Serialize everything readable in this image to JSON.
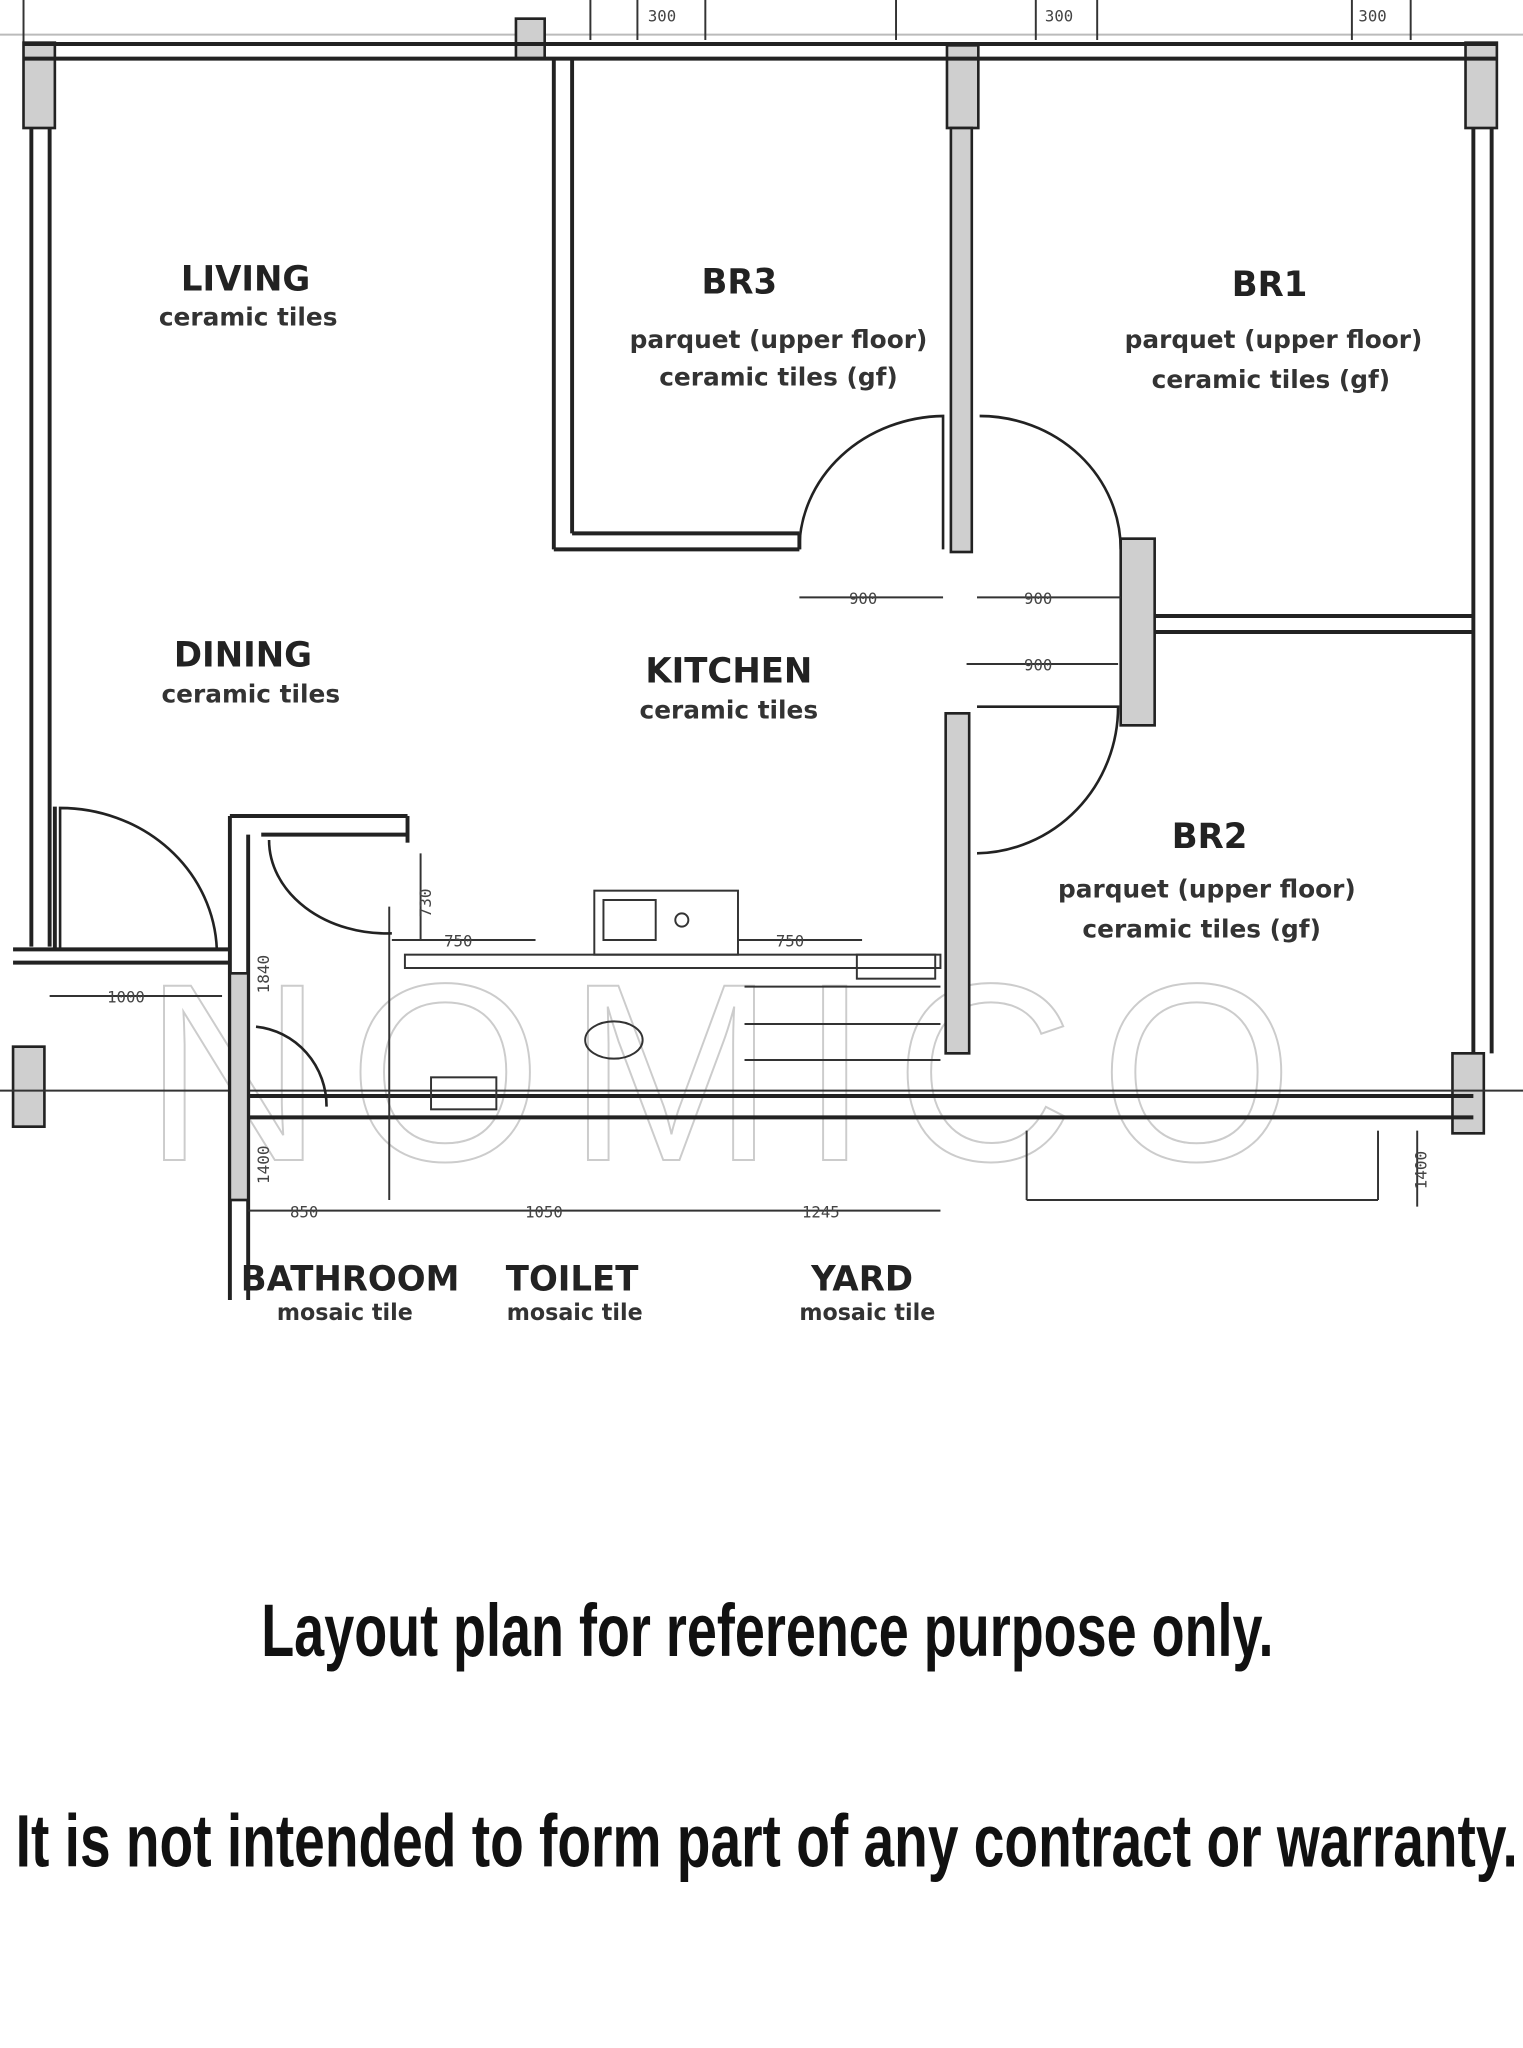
{
  "rooms": {
    "living": {
      "name": "LIVING",
      "finish": "ceramic tiles"
    },
    "dining": {
      "name": "DINING",
      "finish": "ceramic tiles"
    },
    "kitchen": {
      "name": "KITCHEN",
      "finish": "ceramic tiles"
    },
    "br3": {
      "name": "BR3",
      "finish1": "parquet (upper floor)",
      "finish2": "ceramic tiles (gf)"
    },
    "br1": {
      "name": "BR1",
      "finish1": "parquet (upper floor)",
      "finish2": "ceramic tiles (gf)"
    },
    "br2": {
      "name": "BR2",
      "finish1": "parquet (upper floor)",
      "finish2": "ceramic tiles (gf)"
    },
    "bathroom": {
      "name": "BATHROOM",
      "finish": "mosaic tile"
    },
    "toilet": {
      "name": "TOILET",
      "finish": "mosaic tile"
    },
    "yard": {
      "name": "YARD",
      "finish": "mosaic tile"
    }
  },
  "dimensions": {
    "top_a": "300",
    "top_b": "300",
    "top_c": "300",
    "door_br3": "900",
    "door_br1": "900",
    "door_br2": "900",
    "bath_width": "750",
    "yard_width": "750",
    "bath_depth": "730",
    "bath_side": "1840",
    "entrance": "1000",
    "bottom_side": "1400",
    "bottom_right": "1400",
    "bathroom_w": "850",
    "toilet_w": "1050",
    "yard_w": "1245"
  },
  "watermark": "NOMICO",
  "notes": {
    "line1": "Layout plan for reference purpose only.",
    "line2": "It is not intended to form part of any contract or warranty."
  }
}
